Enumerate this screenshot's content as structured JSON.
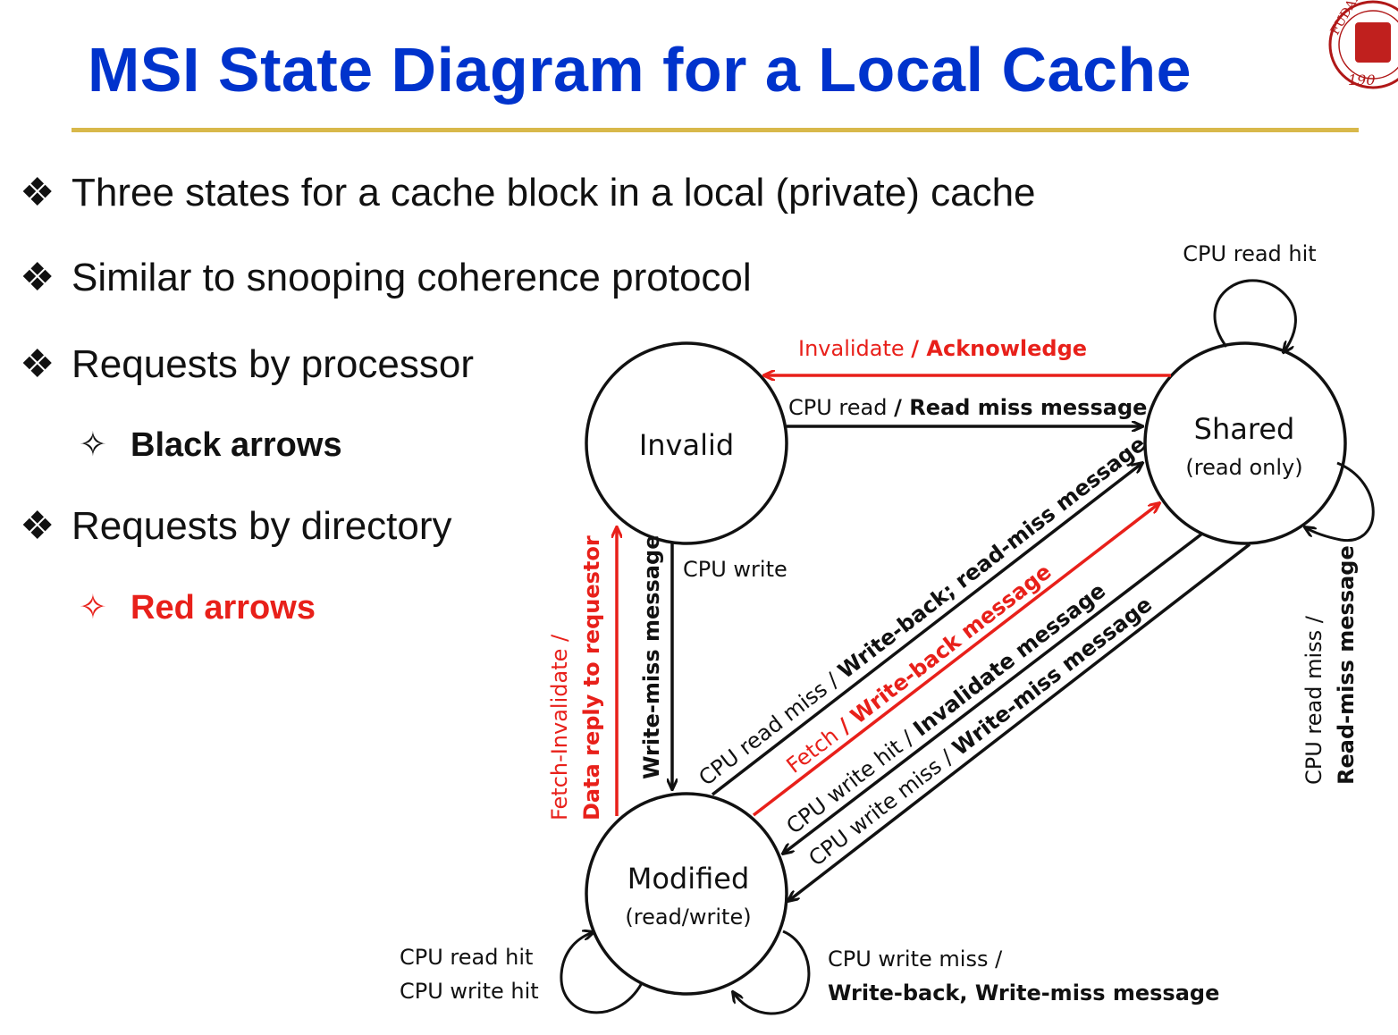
{
  "title": "MSI State Diagram for a Local Cache",
  "bullets": [
    {
      "icon": "diamond-bullet-icon",
      "text": "Three states for a cache block in a local (private) cache"
    },
    {
      "icon": "diamond-bullet-icon",
      "text": "Similar to snooping coherence protocol"
    },
    {
      "icon": "diamond-bullet-icon",
      "text": "Requests by processor"
    },
    {
      "icon": "diamond-bullet-icon",
      "text": "Requests by directory"
    }
  ],
  "sub_bullets": [
    {
      "icon": "hollow-star-icon",
      "text": "Black arrows",
      "color": "#111111"
    },
    {
      "icon": "hollow-star-icon",
      "text": "Red arrows",
      "color": "#e8201a"
    }
  ],
  "logo": {
    "text": "FUDAN",
    "year": "190"
  },
  "colors": {
    "title": "#0033cc",
    "rule": "#d8b84a",
    "red": "#e8201a",
    "black": "#111111"
  },
  "states": {
    "invalid": {
      "name": "Invalid"
    },
    "shared": {
      "name": "Shared",
      "sub": "(read only)"
    },
    "modified": {
      "name": "Modified",
      "sub": "(read/write)"
    }
  },
  "edges": {
    "shared_self_top": {
      "label": "CPU read hit"
    },
    "shared_to_invalid": {
      "event": "Invalidate",
      "action": "/ Acknowledge"
    },
    "invalid_to_shared": {
      "event": "CPU read",
      "action": "/ Read miss message"
    },
    "invalid_to_modified": {
      "event": "CPU write",
      "action": "Write-miss message"
    },
    "modified_to_invalid": {
      "event": "Fetch-Invalidate /",
      "action": "Data reply to requestor"
    },
    "modified_to_shared_readmiss": {
      "event": "CPU read miss / ",
      "action": "Write-back; read-miss message"
    },
    "modified_to_shared_fetch": {
      "event": "Fetch",
      "action": " / Write-back message"
    },
    "shared_to_modified_writehit": {
      "event": "CPU write hit / ",
      "action": "Invalidate message"
    },
    "shared_to_modified_writemiss": {
      "event": "CPU write miss / ",
      "action": "Write-miss message"
    },
    "shared_self_right": {
      "event": "CPU read miss /",
      "action": "Read-miss message"
    },
    "modified_self_left": {
      "line1": "CPU read hit",
      "line2": "CPU write hit"
    },
    "modified_self_right": {
      "event": "CPU write miss /",
      "action": "Write-back, Write-miss message"
    }
  }
}
